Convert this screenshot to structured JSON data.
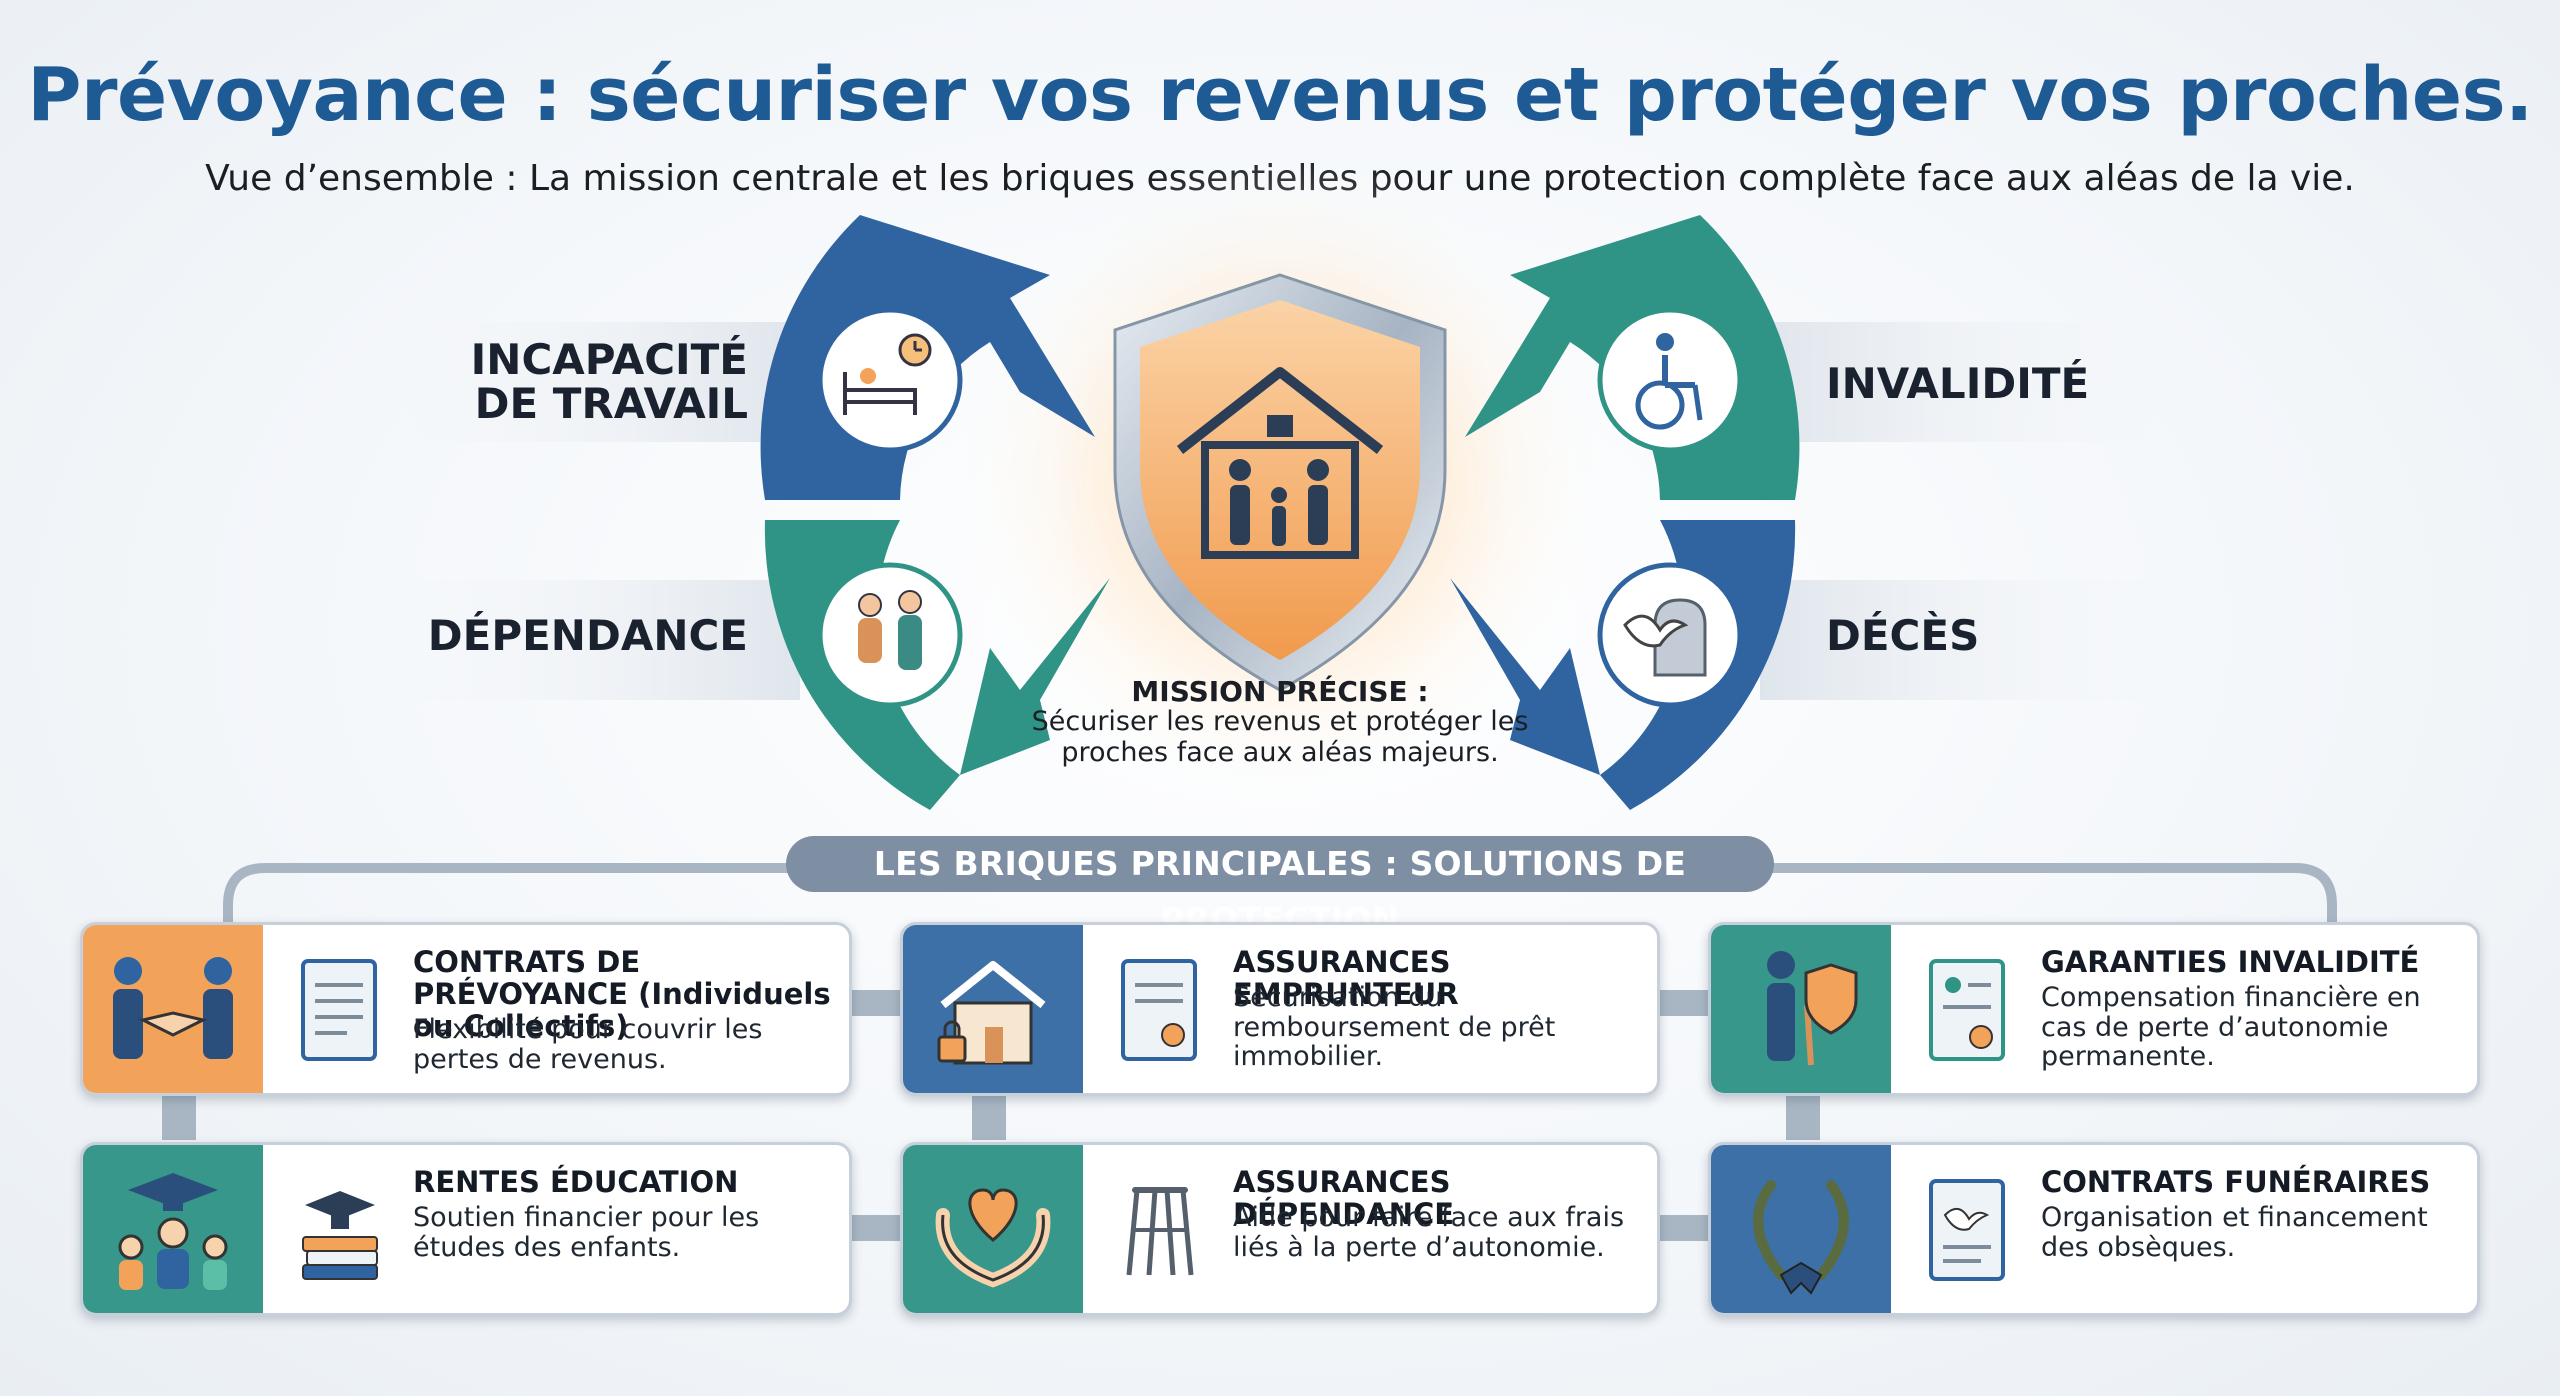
{
  "header": {
    "title": "Prévoyance : sécuriser vos revenus et protéger vos proches.",
    "subtitle": "Vue d’ensemble : La mission centrale et les briques essentielles pour une protection complète face aux aléas de la vie."
  },
  "risks": {
    "top_left": "INCAPACITÉ\nDE TRAVAIL",
    "bottom_left": "DÉPENDANCE",
    "top_right": "INVALIDITÉ",
    "bottom_right": "DÉCÈS"
  },
  "mission": {
    "title": "MISSION PRÉCISE :",
    "text": "Sécuriser les revenus et protéger les proches face aux aléas majeurs."
  },
  "section_title": "LES BRIQUES PRINCIPALES : SOLUTIONS DE PROTECTION",
  "cards": [
    {
      "title": "CONTRATS DE PRÉVOYANCE (Individuels ou Collectifs)",
      "desc": "Flexibilité pour couvrir les pertes de revenus."
    },
    {
      "title": "ASSURANCES EMPRUNTEUR",
      "desc": "Sécurisation du remboursement de prêt immobilier."
    },
    {
      "title": "GARANTIES INVALIDITÉ",
      "desc": "Compensation financière en cas de perte d’autonomie permanente."
    },
    {
      "title": "RENTES ÉDUCATION",
      "desc": "Soutien financier pour les études des enfants."
    },
    {
      "title": "ASSURANCES DÉPENDANCE",
      "desc": "Aide pour faire face aux frais liés à la perte d’autonomie."
    },
    {
      "title": "CONTRATS FUNÉRAIRES",
      "desc": "Organisation et financement des obsèques."
    }
  ],
  "colors": {
    "blue": "#2f64a0",
    "teal": "#2f9486",
    "orange": "#f3a25a",
    "title_blue": "#1e5a93",
    "banner_grey": "#7e8fa3"
  },
  "icons": [
    "bed-clock-icon",
    "caregiver-icon",
    "wheelchair-icon",
    "dove-gravestone-icon",
    "shield-house-family-icon",
    "handshake-icon",
    "house-lock-icon",
    "person-cane-shield-icon",
    "graduation-family-icon",
    "heart-hands-icon",
    "laurel-wreath-icon",
    "document-icon",
    "books-cap-icon",
    "walker-icon",
    "dove-document-icon"
  ]
}
